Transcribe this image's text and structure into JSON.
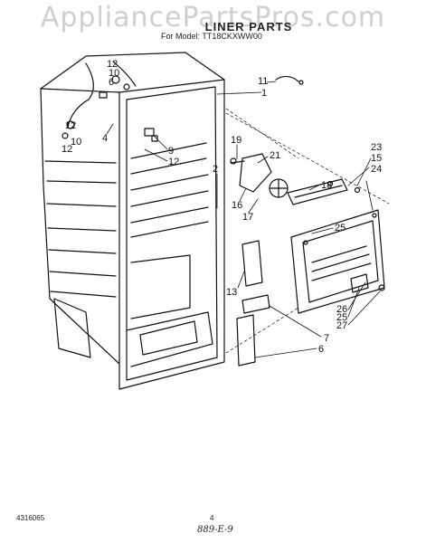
{
  "watermark": "AppliancePartsPros.com",
  "header": {
    "title": "LINER PARTS",
    "model": "For Model: TT18CKXWW00"
  },
  "footer": {
    "doc_number": "4316065",
    "page_number": "4",
    "note": "889-E-9"
  },
  "callouts": [
    "1",
    "2",
    "6",
    "7",
    "9",
    "10",
    "11",
    "12",
    "13",
    "15",
    "16",
    "17",
    "18",
    "19",
    "21",
    "23",
    "24",
    "25",
    "26",
    "27",
    "4"
  ],
  "labels": {
    "l11": "11",
    "l1": "1",
    "l12a": "12",
    "l10a": "10",
    "l6a": "6",
    "l12b": "12",
    "l10b": "10",
    "l12c": "12",
    "l4": "4",
    "l9": "9",
    "l12d": "12",
    "l19": "19",
    "l2": "2",
    "l21": "21",
    "l23": "23",
    "l15": "15",
    "l24": "24",
    "l18": "18",
    "l16": "16",
    "l17": "17",
    "l25": "25",
    "l13": "13",
    "l26": "26",
    "l25b": "25",
    "l27": "27",
    "l7": "7",
    "l6": "6"
  }
}
